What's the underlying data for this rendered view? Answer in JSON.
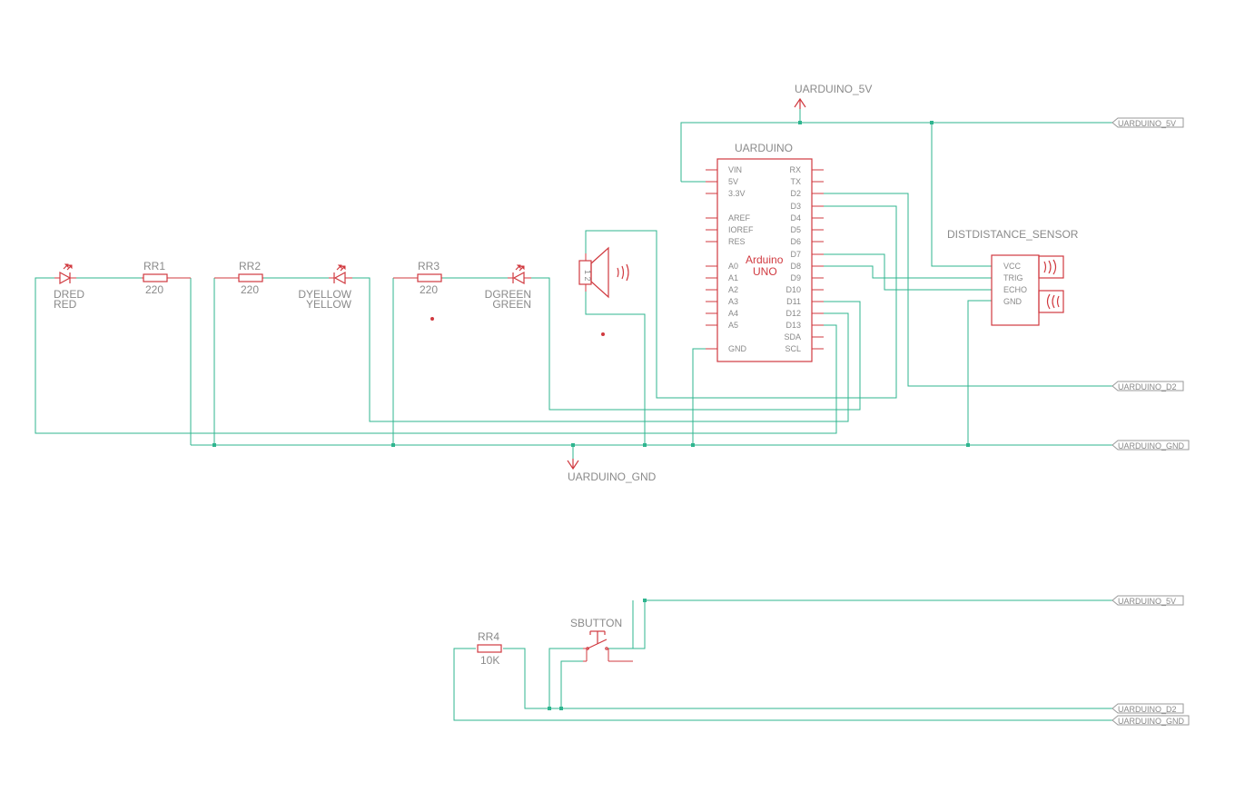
{
  "ports": {
    "uarduino_5v": "UARDUINO_5V",
    "uarduino_gnd": "UARDUINO_GND",
    "uarduino_d2": "UARDUINO_D2"
  },
  "arduino": {
    "name": "UARDUINO",
    "value_line1": "Arduino",
    "value_line2": "UNO",
    "left_pins": [
      "VIN",
      "5V",
      "3.3V",
      "AREF",
      "IOREF",
      "RES",
      "A0",
      "A1",
      "A2",
      "A3",
      "A4",
      "A5",
      "GND"
    ],
    "right_pins": [
      "RX",
      "TX",
      "D2",
      "D3",
      "D4",
      "D5",
      "D6",
      "D7",
      "D8",
      "D9",
      "D10",
      "D11",
      "D12",
      "D13",
      "SDA",
      "SCL"
    ]
  },
  "sensor": {
    "name": "DISTDISTANCE_SENSOR",
    "pins": [
      "VCC",
      "TRIG",
      "ECHO",
      "GND"
    ]
  },
  "leds": [
    {
      "name": "DRED",
      "value": "RED"
    },
    {
      "name": "DYELLOW",
      "value": "YELLOW"
    },
    {
      "name": "DGREEN",
      "value": "GREEN"
    }
  ],
  "resistors": [
    {
      "name": "RR1",
      "value": "220"
    },
    {
      "name": "RR2",
      "value": "220"
    },
    {
      "name": "RR3",
      "value": "220"
    },
    {
      "name": "RR4",
      "value": "10K"
    }
  ],
  "buzzer": {
    "pin_label": "1 2"
  },
  "button": {
    "name": "SBUTTON"
  },
  "supply": {
    "top": "UARDUINO_5V",
    "bottom": "UARDUINO_GND"
  },
  "colors": {
    "wire": "#2fb58f",
    "symbol": "#d0393f",
    "text": "#8a8a8a"
  }
}
